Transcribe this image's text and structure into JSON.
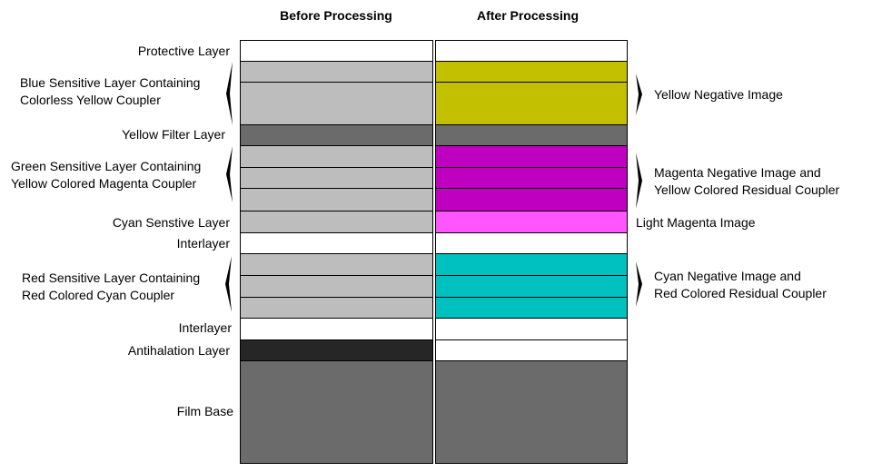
{
  "headers": {
    "before": "Before Processing",
    "after": "After Processing"
  },
  "colors": {
    "white": "#ffffff",
    "light_gray": "#bdbdbd",
    "filter_gray": "#6b6b6b",
    "antihalation_dark": "#262626",
    "film_base_gray": "#6b6b6b",
    "yellow_image": "#c2c000",
    "magenta_image": "#c000c0",
    "light_magenta": "#ff55ff",
    "cyan_image": "#00c0c0"
  },
  "layers": [
    {
      "id": "protective",
      "before": "white",
      "after": "white"
    },
    {
      "id": "blue-1",
      "before": "light_gray",
      "after": "yellow_image"
    },
    {
      "id": "blue-2",
      "before": "light_gray",
      "after": "yellow_image"
    },
    {
      "id": "yellow-filter",
      "before": "filter_gray",
      "after": "filter_gray"
    },
    {
      "id": "green-1",
      "before": "light_gray",
      "after": "magenta_image"
    },
    {
      "id": "green-2",
      "before": "light_gray",
      "after": "magenta_image"
    },
    {
      "id": "green-3",
      "before": "light_gray",
      "after": "magenta_image"
    },
    {
      "id": "cyan-sensitive",
      "before": "light_gray",
      "after": "light_magenta"
    },
    {
      "id": "interlayer-1",
      "before": "white",
      "after": "white"
    },
    {
      "id": "red-1",
      "before": "light_gray",
      "after": "cyan_image"
    },
    {
      "id": "red-2",
      "before": "light_gray",
      "after": "cyan_image"
    },
    {
      "id": "red-3",
      "before": "light_gray",
      "after": "cyan_image"
    },
    {
      "id": "interlayer-2",
      "before": "white",
      "after": "white"
    },
    {
      "id": "antihalation",
      "before": "antihalation_dark",
      "after": "white"
    },
    {
      "id": "film-base",
      "before": "film_base_gray",
      "after": "film_base_gray"
    }
  ],
  "left_labels": {
    "protective": [
      "Protective Layer"
    ],
    "blue": [
      "Blue Sensitive Layer Containing",
      "Colorless Yellow Coupler"
    ],
    "yellow_filter": [
      "Yellow Filter Layer"
    ],
    "green": [
      "Green Sensitive Layer Containing",
      "Yellow Colored Magenta Coupler"
    ],
    "cyan_sensitive": [
      "Cyan Senstive Layer"
    ],
    "interlayer_1": [
      "Interlayer"
    ],
    "red": [
      "Red Sensitive Layer Containing",
      "Red Colored Cyan Coupler"
    ],
    "interlayer_2": [
      "Interlayer"
    ],
    "antihalation": [
      "Antihalation Layer"
    ],
    "film_base": [
      "Film Base"
    ]
  },
  "right_labels": {
    "yellow": [
      "Yellow Negative Image"
    ],
    "magenta": [
      "Magenta Negative Image and",
      "Yellow Colored Residual Coupler"
    ],
    "light_magenta": [
      "Light Magenta Image"
    ],
    "cyan": [
      "Cyan Negative Image and",
      "Red Colored Residual Coupler"
    ]
  }
}
